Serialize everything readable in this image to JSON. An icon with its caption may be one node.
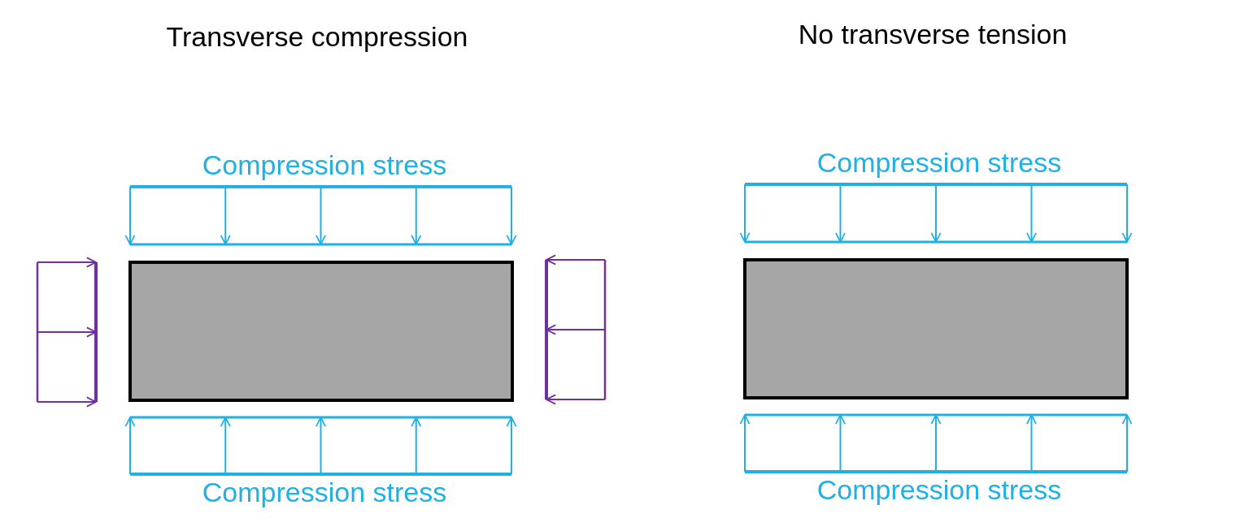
{
  "diagram": {
    "nodes": [
      {
        "text": [],
        "shape": "box"
      },
      {
        "text": [],
        "shape": "box"
      }
    ],
    "labels": [
      "Transverse compression",
      "No transverse tension",
      "Compression stress",
      "Compression stress",
      "Compression stress",
      "Compression stress"
    ]
  }
}
